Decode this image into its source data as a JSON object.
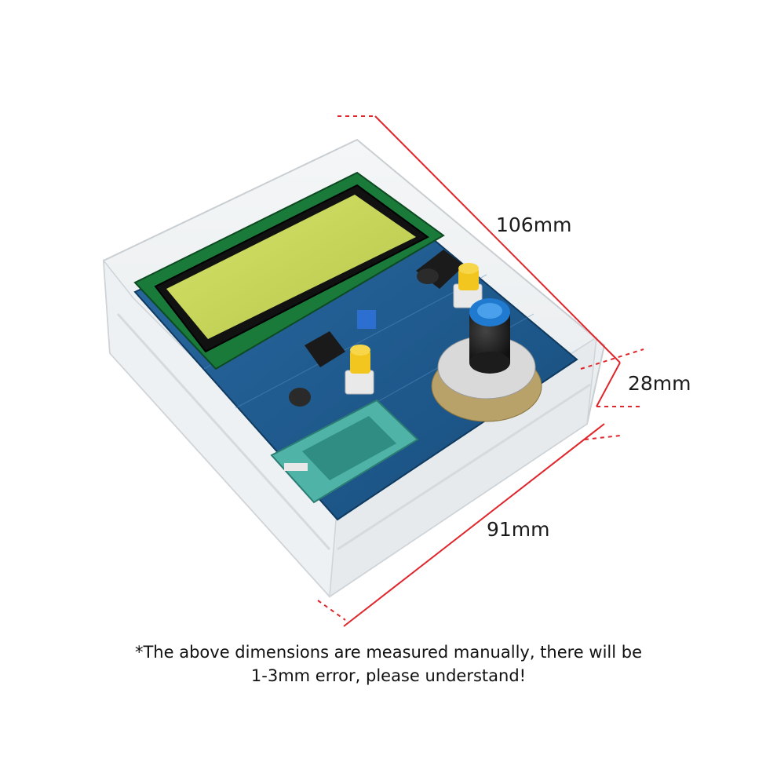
{
  "dimensions": {
    "length": "106mm",
    "height": "28mm",
    "width": "91mm"
  },
  "note": {
    "line1": "*The above dimensions are measured manually, there will be",
    "line2": "1-3mm error, please understand!"
  },
  "colors": {
    "dimension_line": "#e0252b",
    "pcb": "#1d5a8f",
    "lcd": "#c9d85a",
    "zif_socket": "#4fb3a8",
    "button_cap": "#f2c61f",
    "knob_cap": "#1f7ad0"
  }
}
